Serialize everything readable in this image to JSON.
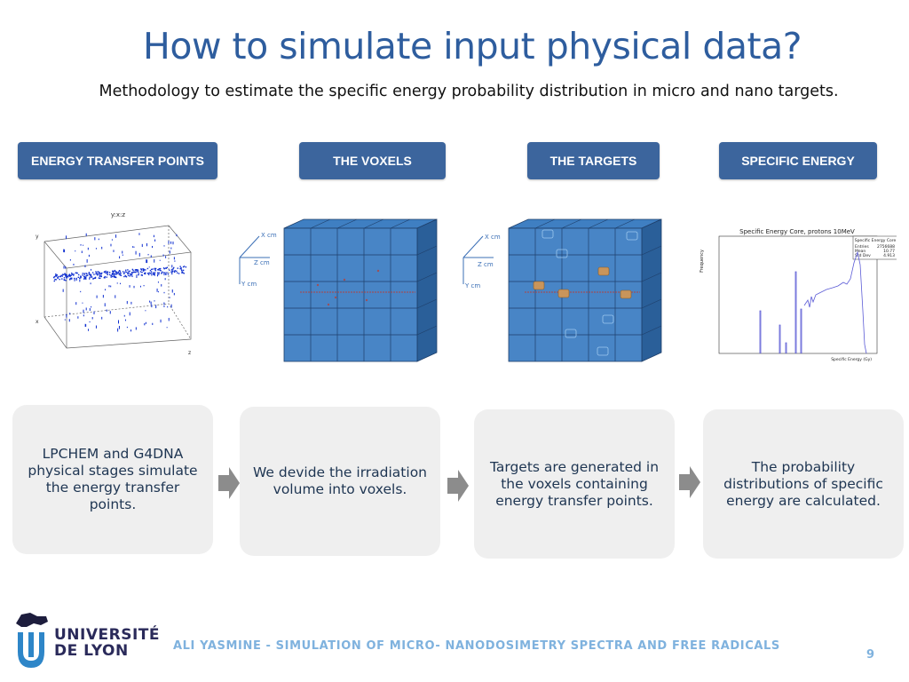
{
  "header": {
    "title": "How to simulate input physical data?",
    "subtitle": "Methodology to estimate the specific energy probability distribution in micro and nano targets."
  },
  "steps": [
    {
      "label": "ENERGY TRANSFER POINTS"
    },
    {
      "label": "THE VOXELS"
    },
    {
      "label": "THE TARGETS"
    },
    {
      "label": "SPECIFIC ENERGY"
    }
  ],
  "figures": {
    "scatter": {
      "title": "y:x:z",
      "axis_y": "y",
      "axis_x": "x",
      "axis_z": "z"
    },
    "axes_labels": {
      "x": "X cm",
      "z": "Z cm",
      "y": "Y cm"
    },
    "histogram": {
      "title": "Specific Energy Core, protons 10MeV",
      "ylabel": "Frequency",
      "xlabel": "Specific Energy (Gy)",
      "stats": {
        "name": "Specific Energy Core",
        "entries_label": "Entries",
        "entries": "2756688",
        "mean_label": "Mean",
        "mean": "10.77",
        "stddev_label": "Std Dev",
        "stddev": "4.913"
      }
    }
  },
  "cards": [
    {
      "text": "LPCHEM and G4DNA physical stages simulate the energy transfer points."
    },
    {
      "text": "We devide the irradiation volume into voxels."
    },
    {
      "text": "Targets are generated in the voxels containing energy transfer points."
    },
    {
      "text": "The probability distributions of specific energy are calculated."
    }
  ],
  "logo": {
    "line1": "UNIVERSITÉ",
    "line2": "DE LYON"
  },
  "footer": {
    "text": "ALI YASMINE - SIMULATION OF MICRO- NANODOSIMETRY SPECTRA AND FREE RADICALS",
    "page": "9"
  },
  "colors": {
    "accent": "#3c659d",
    "title": "#2e5d9e",
    "footer": "#7fb2de",
    "card": "#efefef",
    "voxel": "#2f6fb8"
  }
}
